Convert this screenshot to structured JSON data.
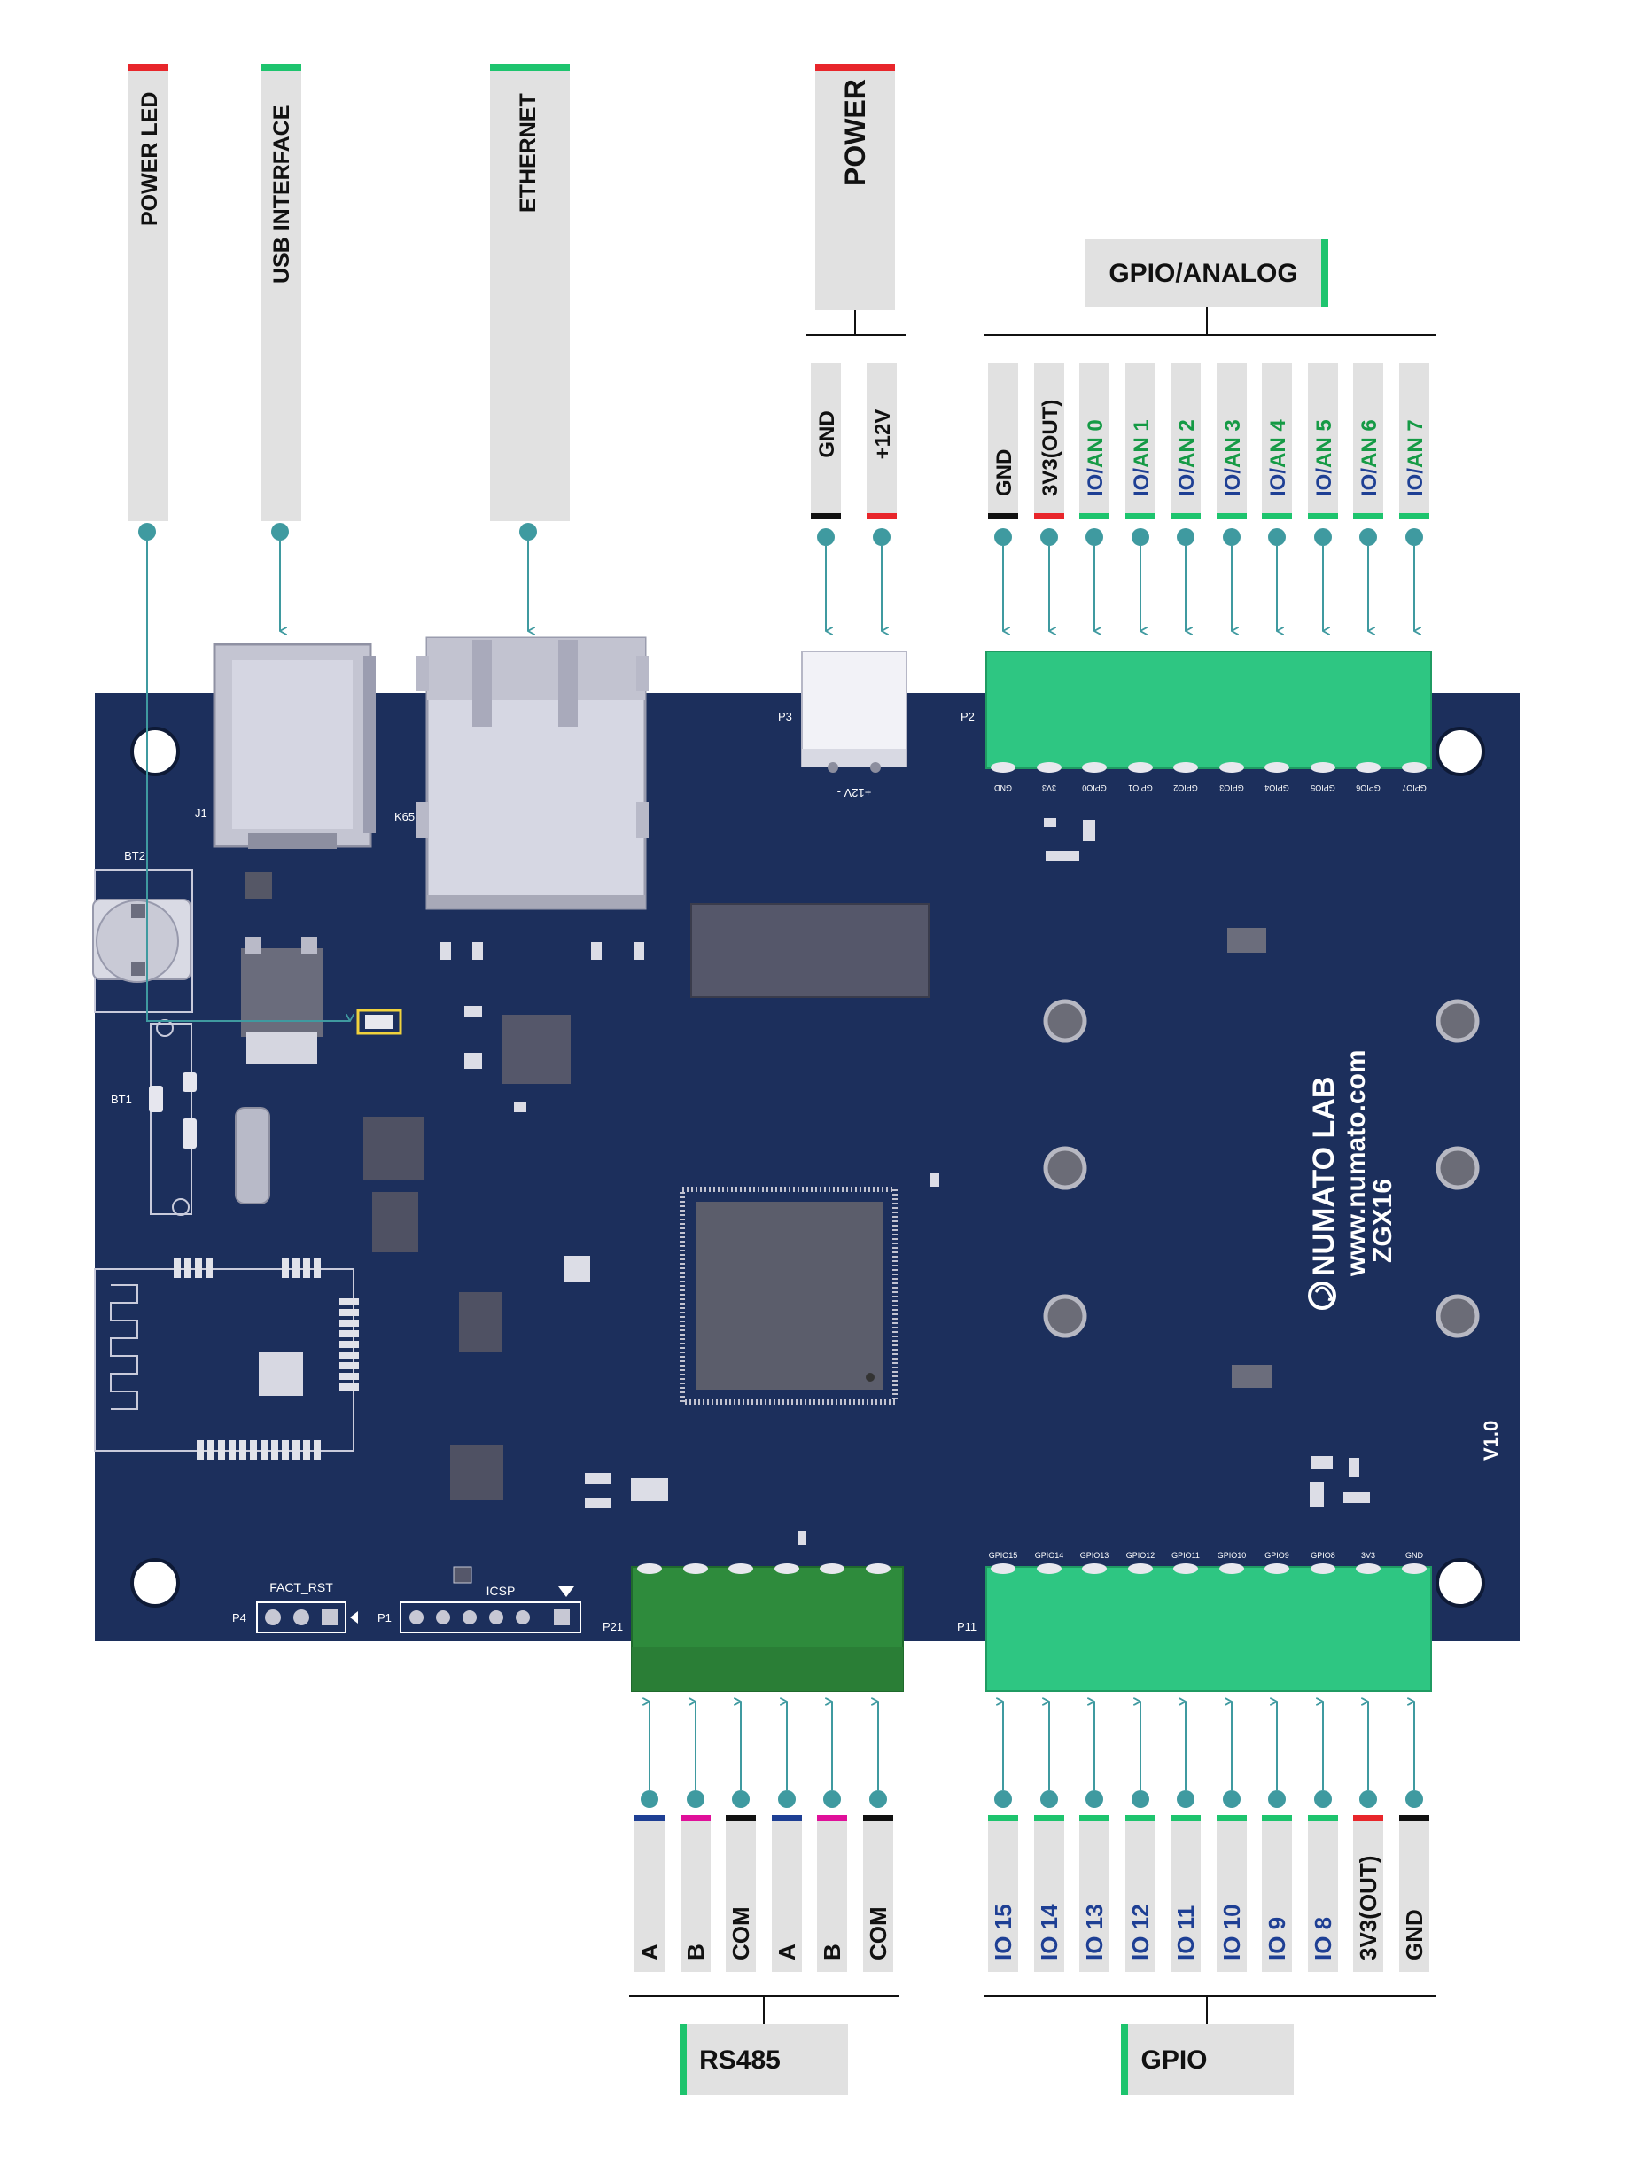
{
  "colors": {
    "board": "#1c2f5c",
    "terminal_green": "#2ec682",
    "terminal_dark_green": "#2e8b3c",
    "connector_line": "#3f9aa0",
    "label_bg": "#e1e1e1",
    "red": "#e8262b",
    "green": "#1ec46e",
    "black": "#111111",
    "blue": "#1e3f94",
    "magenta": "#e0109a",
    "io_text_blue": "#1e3f94",
    "an_text_green": "#159a45"
  },
  "top_labels": [
    {
      "text": "POWER LED",
      "accent": "red"
    },
    {
      "text": "USB INTERFACE",
      "accent": "green"
    },
    {
      "text": "ETHERNET",
      "accent": "green"
    },
    {
      "text": "POWER",
      "accent": "red"
    }
  ],
  "groups": {
    "gpio_analog": "GPIO/ANALOG",
    "rs485": "RS485",
    "gpio": "GPIO"
  },
  "power_pins": [
    {
      "text": "GND",
      "accent": "black"
    },
    {
      "text": "+12V",
      "accent": "red"
    }
  ],
  "gpio_analog_pins": [
    {
      "io": "GND",
      "an": "",
      "accent": "black"
    },
    {
      "io": "3V3(OUT)",
      "an": "",
      "accent": "red"
    },
    {
      "io": "IO/",
      "an": "AN 0",
      "accent": "green"
    },
    {
      "io": "IO/",
      "an": "AN 1",
      "accent": "green"
    },
    {
      "io": "IO/",
      "an": "AN 2",
      "accent": "green"
    },
    {
      "io": "IO/",
      "an": "AN 3",
      "accent": "green"
    },
    {
      "io": "IO/",
      "an": "AN 4",
      "accent": "green"
    },
    {
      "io": "IO/",
      "an": "AN 5",
      "accent": "green"
    },
    {
      "io": "IO/",
      "an": "AN 6",
      "accent": "green"
    },
    {
      "io": "IO/",
      "an": "AN 7",
      "accent": "green"
    }
  ],
  "rs485_pins": [
    {
      "text": "A",
      "accent": "blue"
    },
    {
      "text": "B",
      "accent": "magenta"
    },
    {
      "text": "COM",
      "accent": "black"
    },
    {
      "text": "A",
      "accent": "blue"
    },
    {
      "text": "B",
      "accent": "magenta"
    },
    {
      "text": "COM",
      "accent": "black"
    }
  ],
  "gpio_pins": [
    {
      "text": "IO 15",
      "accent": "green",
      "style": "io"
    },
    {
      "text": "IO 14",
      "accent": "green",
      "style": "io"
    },
    {
      "text": "IO 13",
      "accent": "green",
      "style": "io"
    },
    {
      "text": "IO 12",
      "accent": "green",
      "style": "io"
    },
    {
      "text": "IO 11",
      "accent": "green",
      "style": "io"
    },
    {
      "text": "IO 10",
      "accent": "green",
      "style": "io"
    },
    {
      "text": "IO 9",
      "accent": "green",
      "style": "io"
    },
    {
      "text": "IO 8",
      "accent": "green",
      "style": "io"
    },
    {
      "text": "3V3(OUT)",
      "accent": "red",
      "style": "plain"
    },
    {
      "text": "GND",
      "accent": "black",
      "style": "plain"
    }
  ],
  "board": {
    "brand": "NUMATO LAB",
    "url": "www.numato.com",
    "model": "ZGX16",
    "version": "V1.0",
    "designators": {
      "j1": "J1",
      "k65": "K65",
      "p3": "P3",
      "p2": "P2",
      "bt2": "BT2",
      "bt1": "BT1",
      "p4": "P4",
      "p1": "P1",
      "p21": "P21",
      "p11": "P11",
      "fact_rst": "FACT_RST",
      "icsp": "ICSP",
      "power_silk": "+12V  -"
    },
    "p2_silk": [
      "GND",
      "3V3",
      "GPIO0",
      "GPIO1",
      "GPIO2",
      "GPIO3",
      "GPIO4",
      "GPIO5",
      "GPIO6",
      "GPIO7"
    ],
    "p11_silk": [
      "GPIO15",
      "GPIO14",
      "GPIO13",
      "GPIO12",
      "GPIO11",
      "GPIO10",
      "GPIO9",
      "GPIO8",
      "3V3",
      "GND"
    ]
  }
}
